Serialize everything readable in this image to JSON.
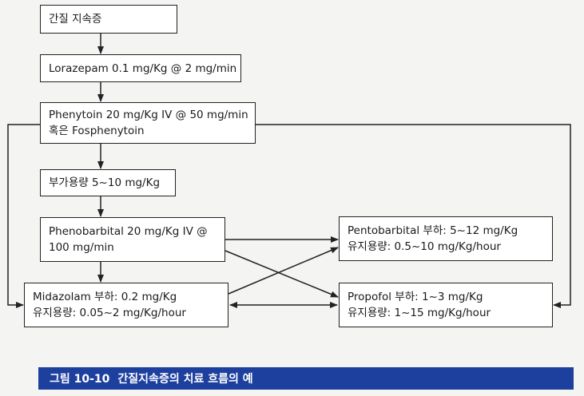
{
  "flowchart": {
    "status_epilepticus": {
      "line1": "간질 지속증"
    },
    "lorazepam": {
      "line1": "Lorazepam 0.1 mg/Kg @ 2 mg/min"
    },
    "phenytoin": {
      "line1": "Phenytoin 20 mg/Kg IV @ 50 mg/min",
      "line2": "혹은 Fosphenytoin"
    },
    "additional_dose": {
      "line1": "부가용량 5~10 mg/Kg"
    },
    "phenobarbital": {
      "line1": "Phenobarbital 20 mg/Kg IV @",
      "line2": "100 mg/min"
    },
    "midazolam": {
      "line1": "Midazolam 부하: 0.2 mg/Kg",
      "line2": "유지용량: 0.05~2 mg/Kg/hour"
    },
    "pentobarbital": {
      "line1": "Pentobarbital 부하: 5~12 mg/Kg",
      "line2": "유지용량: 0.5~10 mg/Kg/hour"
    },
    "propofol": {
      "line1": "Propofol 부하: 1~3 mg/Kg",
      "line2": "유지용량: 1~15 mg/Kg/hour"
    }
  },
  "caption": {
    "figure_number": "그림 10-10",
    "title": "간질지속증의 치료 흐름의 예"
  },
  "colors": {
    "caption_background": "#1d3f9e",
    "line": "#222222"
  }
}
